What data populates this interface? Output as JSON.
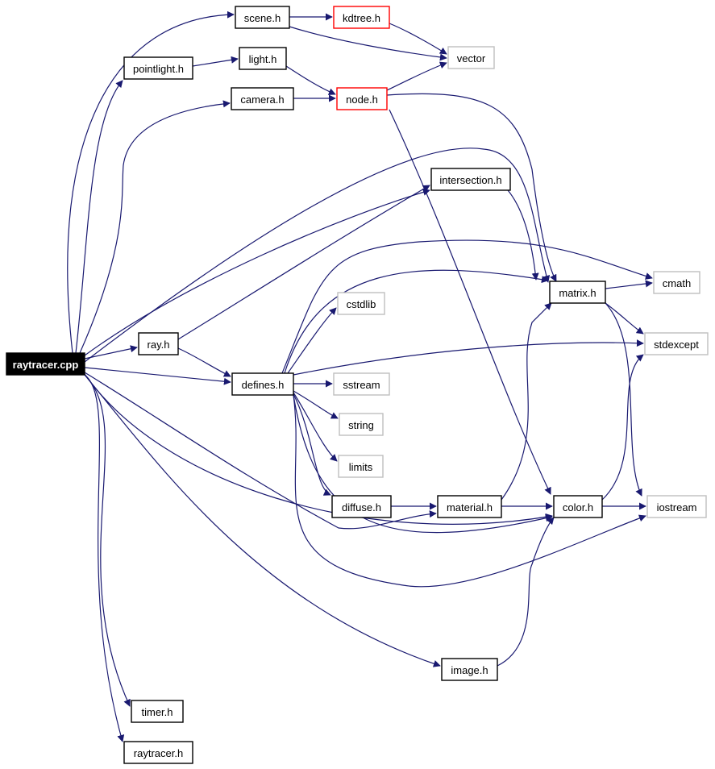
{
  "diagram": {
    "nodes": [
      {
        "id": "raytracer_cpp",
        "label": "raytracer.cpp",
        "style": "root"
      },
      {
        "id": "scene_h",
        "label": "scene.h",
        "style": "normal"
      },
      {
        "id": "kdtree_h",
        "label": "kdtree.h",
        "style": "red"
      },
      {
        "id": "vector",
        "label": "vector",
        "style": "external"
      },
      {
        "id": "pointlight_h",
        "label": "pointlight.h",
        "style": "normal"
      },
      {
        "id": "light_h",
        "label": "light.h",
        "style": "normal"
      },
      {
        "id": "camera_h",
        "label": "camera.h",
        "style": "normal"
      },
      {
        "id": "node_h",
        "label": "node.h",
        "style": "red"
      },
      {
        "id": "intersection_h",
        "label": "intersection.h",
        "style": "normal"
      },
      {
        "id": "matrix_h",
        "label": "matrix.h",
        "style": "normal"
      },
      {
        "id": "cmath",
        "label": "cmath",
        "style": "external"
      },
      {
        "id": "cstdlib",
        "label": "cstdlib",
        "style": "external"
      },
      {
        "id": "ray_h",
        "label": "ray.h",
        "style": "normal"
      },
      {
        "id": "stdexcept",
        "label": "stdexcept",
        "style": "external"
      },
      {
        "id": "defines_h",
        "label": "defines.h",
        "style": "normal"
      },
      {
        "id": "sstream",
        "label": "sstream",
        "style": "external"
      },
      {
        "id": "string",
        "label": "string",
        "style": "external"
      },
      {
        "id": "limits",
        "label": "limits",
        "style": "external"
      },
      {
        "id": "diffuse_h",
        "label": "diffuse.h",
        "style": "normal"
      },
      {
        "id": "material_h",
        "label": "material.h",
        "style": "normal"
      },
      {
        "id": "color_h",
        "label": "color.h",
        "style": "normal"
      },
      {
        "id": "iostream",
        "label": "iostream",
        "style": "external"
      },
      {
        "id": "image_h",
        "label": "image.h",
        "style": "normal"
      },
      {
        "id": "timer_h",
        "label": "timer.h",
        "style": "normal"
      },
      {
        "id": "raytracer_h",
        "label": "raytracer.h",
        "style": "normal"
      }
    ],
    "edges": [
      {
        "from": "raytracer_cpp",
        "to": "scene_h"
      },
      {
        "from": "raytracer_cpp",
        "to": "pointlight_h"
      },
      {
        "from": "raytracer_cpp",
        "to": "camera_h"
      },
      {
        "from": "raytracer_cpp",
        "to": "intersection_h"
      },
      {
        "from": "raytracer_cpp",
        "to": "ray_h"
      },
      {
        "from": "raytracer_cpp",
        "to": "defines_h"
      },
      {
        "from": "raytracer_cpp",
        "to": "material_h"
      },
      {
        "from": "raytracer_cpp",
        "to": "color_h"
      },
      {
        "from": "raytracer_cpp",
        "to": "matrix_h"
      },
      {
        "from": "raytracer_cpp",
        "to": "image_h"
      },
      {
        "from": "raytracer_cpp",
        "to": "timer_h"
      },
      {
        "from": "raytracer_cpp",
        "to": "raytracer_h"
      },
      {
        "from": "scene_h",
        "to": "kdtree_h"
      },
      {
        "from": "scene_h",
        "to": "vector"
      },
      {
        "from": "kdtree_h",
        "to": "vector"
      },
      {
        "from": "pointlight_h",
        "to": "light_h"
      },
      {
        "from": "light_h",
        "to": "node_h"
      },
      {
        "from": "camera_h",
        "to": "node_h"
      },
      {
        "from": "node_h",
        "to": "vector"
      },
      {
        "from": "node_h",
        "to": "matrix_h"
      },
      {
        "from": "node_h",
        "to": "color_h"
      },
      {
        "from": "intersection_h",
        "to": "matrix_h"
      },
      {
        "from": "ray_h",
        "to": "intersection_h"
      },
      {
        "from": "ray_h",
        "to": "defines_h"
      },
      {
        "from": "defines_h",
        "to": "cmath"
      },
      {
        "from": "defines_h",
        "to": "matrix_h"
      },
      {
        "from": "defines_h",
        "to": "cstdlib"
      },
      {
        "from": "defines_h",
        "to": "stdexcept"
      },
      {
        "from": "defines_h",
        "to": "sstream"
      },
      {
        "from": "defines_h",
        "to": "string"
      },
      {
        "from": "defines_h",
        "to": "limits"
      },
      {
        "from": "defines_h",
        "to": "diffuse_h"
      },
      {
        "from": "defines_h",
        "to": "color_h"
      },
      {
        "from": "defines_h",
        "to": "iostream"
      },
      {
        "from": "diffuse_h",
        "to": "material_h"
      },
      {
        "from": "material_h",
        "to": "matrix_h"
      },
      {
        "from": "material_h",
        "to": "color_h"
      },
      {
        "from": "matrix_h",
        "to": "cmath"
      },
      {
        "from": "matrix_h",
        "to": "stdexcept"
      },
      {
        "from": "matrix_h",
        "to": "iostream"
      },
      {
        "from": "color_h",
        "to": "stdexcept"
      },
      {
        "from": "color_h",
        "to": "iostream"
      },
      {
        "from": "image_h",
        "to": "color_h"
      }
    ]
  },
  "colors": {
    "edge": "#191970",
    "root_fill": "#000000",
    "root_text": "#ffffff",
    "normal_border": "#000000",
    "red_border": "#ff0000",
    "external_border": "#bfbfbf",
    "node_fill": "#ffffff",
    "node_text": "#000000"
  }
}
